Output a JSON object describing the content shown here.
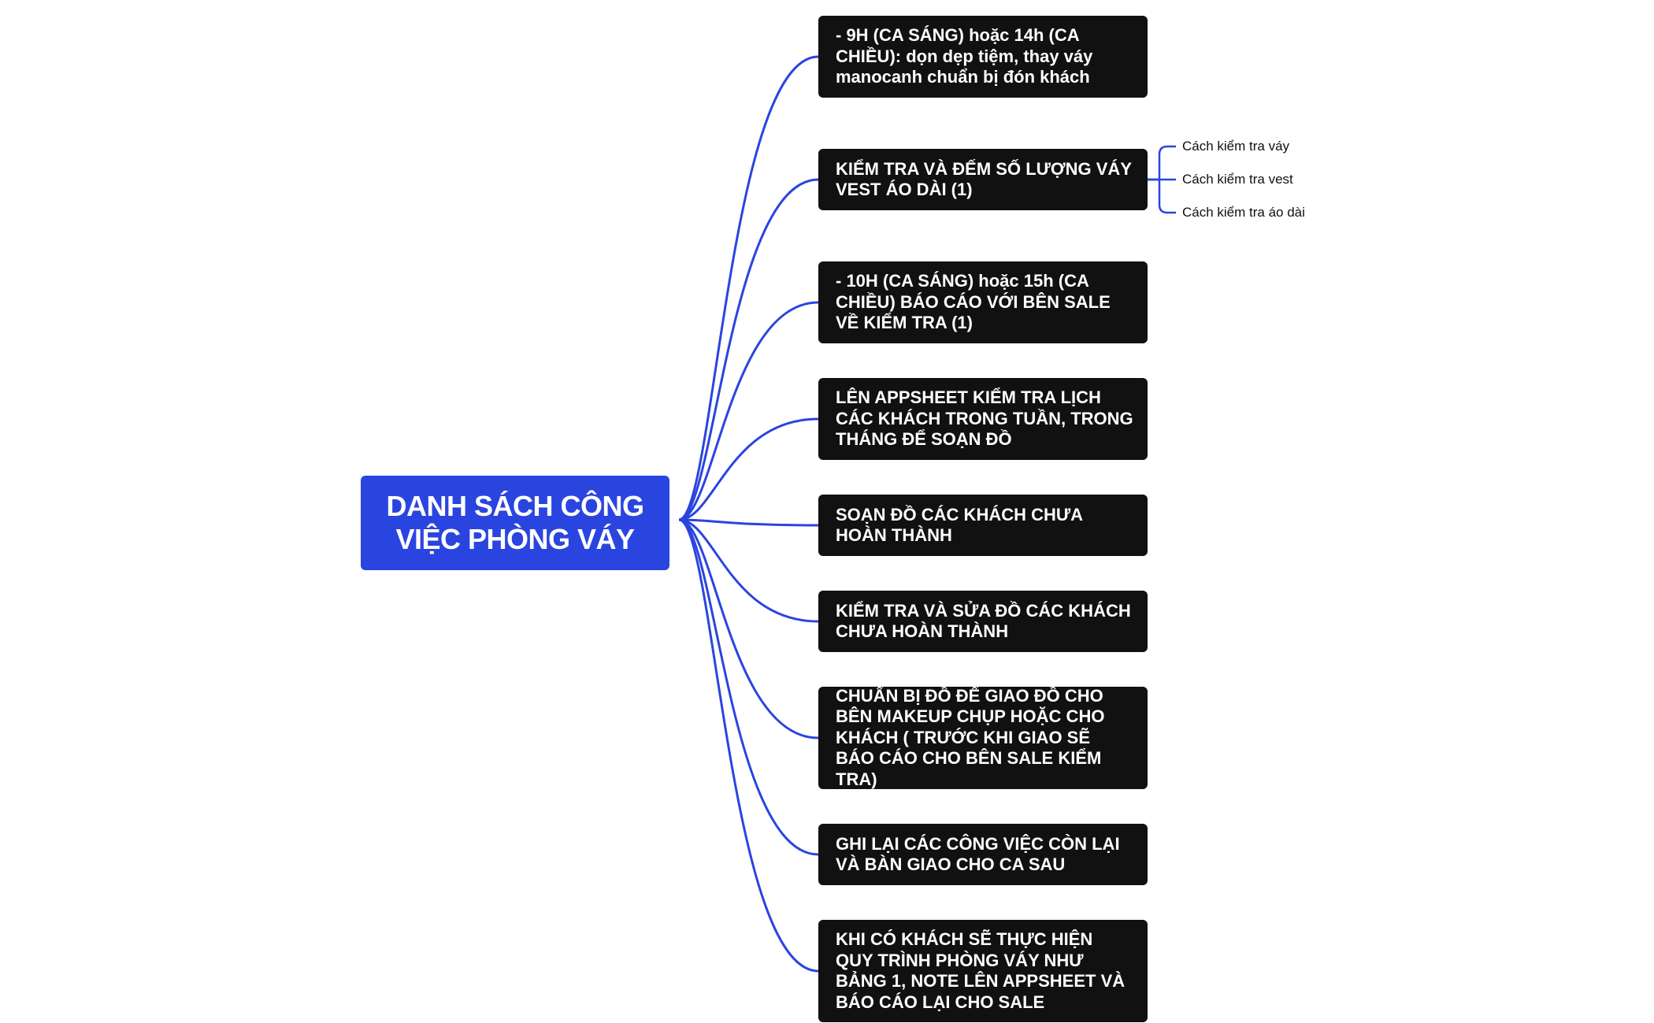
{
  "mindmap": {
    "root": {
      "label": "DANH SÁCH CÔNG VIỆC PHÒNG VÁY"
    },
    "tasks": [
      {
        "label": "- 9H (CA SÁNG) hoặc 14h (CA CHIỀU): dọn dẹp tiệm, thay váy manocanh chuẩn bị đón khách"
      },
      {
        "label": "KIỂM TRA VÀ ĐẾM SỐ LƯỢNG VÁY VEST ÁO DÀI (1)"
      },
      {
        "label": "- 10H (CA SÁNG) hoặc 15h (CA CHIỀU) BÁO CÁO VỚI BÊN SALE VỀ KIỂM TRA (1)"
      },
      {
        "label": "LÊN APPSHEET KIỂM TRA LỊCH CÁC KHÁCH TRONG TUẦN, TRONG THÁNG ĐỂ SOẠN ĐỒ"
      },
      {
        "label": "SOẠN ĐỒ CÁC KHÁCH CHƯA HOÀN THÀNH"
      },
      {
        "label": "KIỂM TRA VÀ SỬA ĐỒ CÁC KHÁCH CHƯA HOÀN THÀNH"
      },
      {
        "label": "CHUẨN BỊ ĐỒ ĐỂ GIAO ĐỒ CHO BÊN MAKEUP CHỤP HOẶC CHO KHÁCH ( TRƯỚC KHI GIAO SẼ BÁO CÁO CHO BÊN SALE KIỂM TRA)"
      },
      {
        "label": "GHI LẠI CÁC CÔNG VIỆC CÒN LẠI VÀ BÀN GIAO CHO CA SAU"
      },
      {
        "label": "KHI CÓ KHÁCH SẼ THỰC HIỆN QUY TRÌNH PHÒNG VÁY NHƯ BẢNG 1, NOTE LÊN APPSHEET VÀ BÁO CÁO LẠI CHO SALE"
      }
    ],
    "subtasks": [
      {
        "label": "Cách kiểm tra váy"
      },
      {
        "label": "Cách kiểm tra vest"
      },
      {
        "label": "Cách kiểm tra áo dài"
      }
    ]
  },
  "colors": {
    "root": "#2a45df",
    "link": "#2a45df",
    "node": "#111111"
  }
}
